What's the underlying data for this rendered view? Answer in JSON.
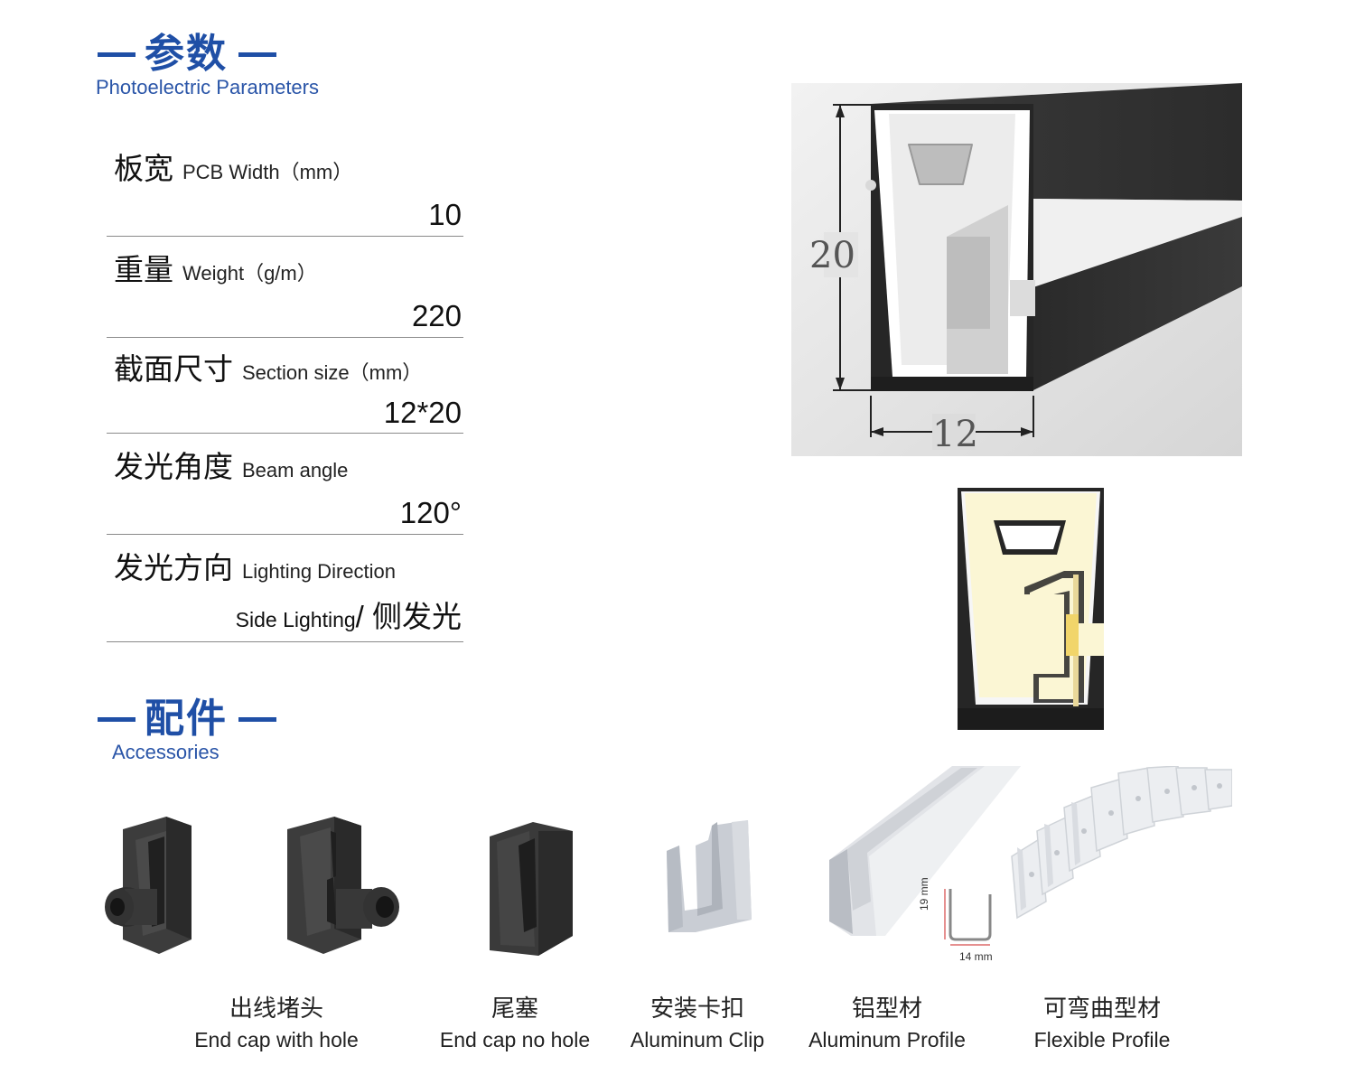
{
  "sections": {
    "params": {
      "title_cn": "参数",
      "title_en": "Photoelectric Parameters"
    },
    "accessories": {
      "title_cn": "配件",
      "title_en": "Accessories"
    }
  },
  "params": [
    {
      "label_cn": "板宽",
      "label_en": "PCB Width（mm）",
      "value": "10"
    },
    {
      "label_cn": "重量",
      "label_en": "Weight（g/m）",
      "value": "220"
    },
    {
      "label_cn": "截面尺寸",
      "label_en": "Section size（mm）",
      "value": "12*20"
    },
    {
      "label_cn": "发光角度",
      "label_en": "Beam angle",
      "value": "120°"
    },
    {
      "label_cn": "发光方向",
      "label_en": "Lighting Direction",
      "value_en": "Side Lighting",
      "value_sep": "/ ",
      "value_cn": "侧发光"
    }
  ],
  "dimensions": {
    "height": "20",
    "width": "12"
  },
  "profile_dims": {
    "height": "19 mm",
    "width": "14 mm"
  },
  "accessories": [
    {
      "cn": "出线堵头",
      "en": "End cap with hole"
    },
    {
      "cn": "尾塞",
      "en": "End cap no hole"
    },
    {
      "cn": "安装卡扣",
      "en": "Aluminum Clip"
    },
    {
      "cn": "铝型材",
      "en": "Aluminum Profile"
    },
    {
      "cn": "可弯曲型材",
      "en": "Flexible Profile"
    }
  ],
  "colors": {
    "accent": "#1f4fa6",
    "rule": "#8a8a8a",
    "housing": "#2b2b2b",
    "glow": "#fbf6d4",
    "led": "#f1d56a"
  }
}
